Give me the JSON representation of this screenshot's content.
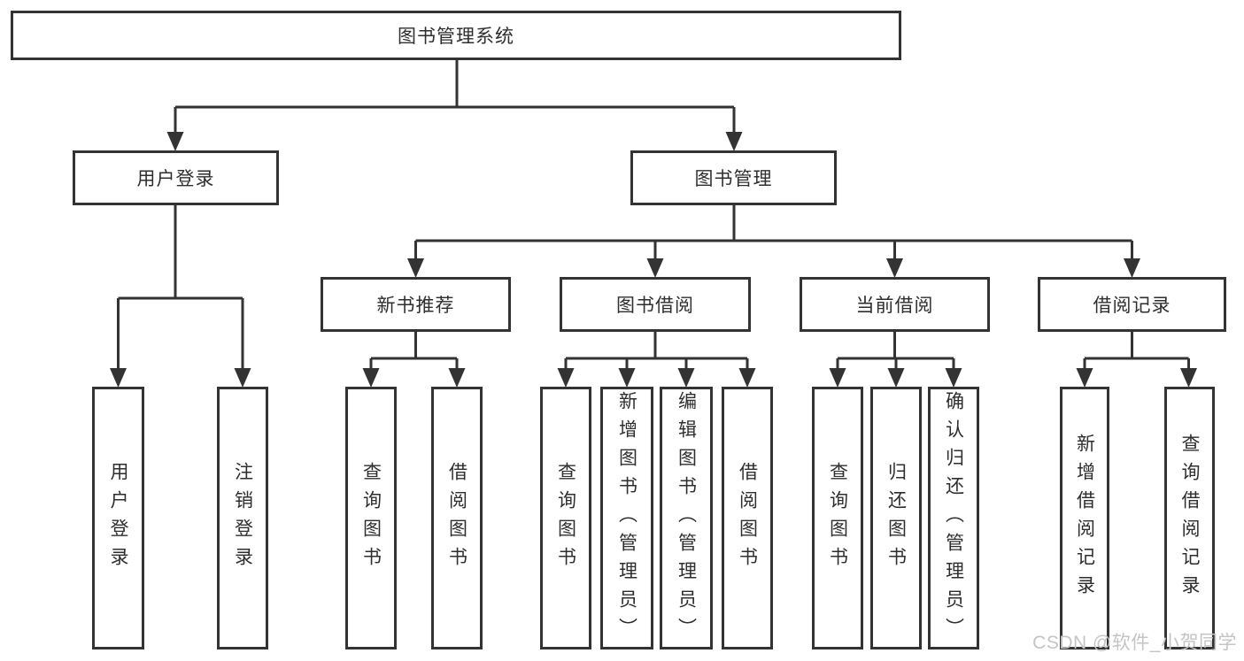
{
  "nodes": {
    "root": "图书管理系统",
    "user_login": "用户登录",
    "book_mgmt": "图书管理",
    "new_book_rec": "新书推荐",
    "book_borrow": "图书借阅",
    "current_borrow": "当前借阅",
    "borrow_records": "借阅记录",
    "ul_user_login": "用户登录",
    "ul_logout": "注销登录",
    "nb_query": "查询图书",
    "nb_borrow": "借阅图书",
    "bb_query": "查询图书",
    "bb_add": "新增图书（管理员）",
    "bb_edit": "编辑图书（管理员）",
    "bb_borrow": "借阅图书",
    "cb_query": "查询图书",
    "cb_return": "归还图书",
    "cb_confirm": "确认归还（管理员）",
    "br_add": "新增借阅记录",
    "br_query": "查询借阅记录"
  },
  "watermark": "CSDN @软件_小贺同学",
  "colors": {
    "line": "#333333",
    "box_border": "#333333",
    "text": "#2e2e2e",
    "watermark": "#c4c4c4"
  }
}
